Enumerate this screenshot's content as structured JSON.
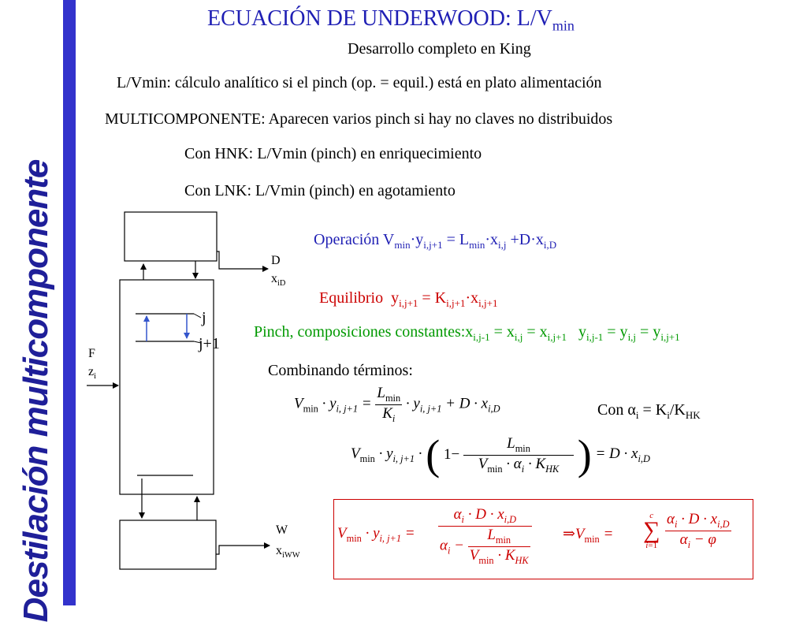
{
  "sidebar": {
    "title": "Destilación multicomponente"
  },
  "title": {
    "main": "ECUACIÓN DE UNDERWOOD: L/V",
    "sub": "min"
  },
  "subtitle": "Desarrollo completo en King",
  "lines": {
    "l1": "L/Vmin: cálculo analítico si el pinch (op. = equil.) está en plato alimentación",
    "l2": "MULTICOMPONENTE: Aparecen varios pinch si hay no claves no distribuidos",
    "l3": "Con HNK: L/Vmin (pinch) en enriquecimiento",
    "l4": "Con LNK: L/Vmin (pinch) en agotamiento",
    "combinando": "Combinando términos:"
  },
  "labels": {
    "operacion": "Operación",
    "equilibrio": "Equilibrio",
    "pinch": "Pinch, composiciones constantes:",
    "con": "Con",
    "D": "D",
    "xiD_x": "x",
    "xiD_sub": "iD",
    "F": "F",
    "zi_z": "z",
    "zi_sub": "i",
    "W": "W",
    "xiWW_x": "x",
    "xiWW_sub": "iWW",
    "j": "j",
    "j1": "j+1"
  },
  "colors": {
    "sidebar_bar": "#3333cc",
    "sidebar_text": "#1f1f99",
    "title_blue": "#1f1fb4",
    "red": "#cc0000",
    "green": "#009900"
  }
}
